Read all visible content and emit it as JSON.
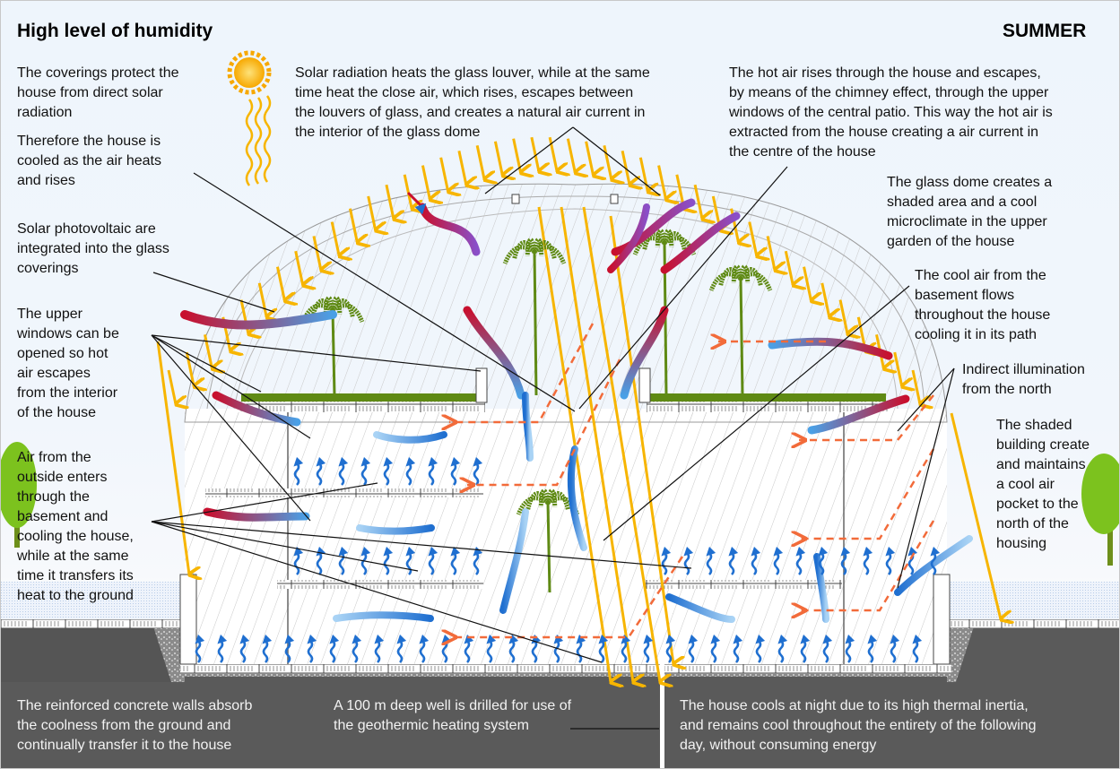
{
  "header": {
    "title": "High level of humidity",
    "season": "SUMMER"
  },
  "annotations": {
    "coverings": [
      "The coverings protect the",
      "house from direct solar",
      "radiation"
    ],
    "cooled": [
      "Therefore the house is",
      "cooled as the air heats",
      "and rises"
    ],
    "photovoltaic": [
      "Solar photovoltaic are",
      "integrated into the glass",
      "coverings"
    ],
    "upper_windows": [
      "The upper",
      "windows can be",
      "opened so hot",
      "air escapes",
      "from the interior",
      "of the house"
    ],
    "outside_air": [
      "Air from the",
      "outside enters",
      "through the",
      "basement and",
      "cooling the house,",
      "while at the same",
      "time it transfers its",
      "heat to the ground"
    ],
    "glass_louver": [
      "Solar radiation heats the glass louver, while at the same",
      "time heat the close air, which rises, escapes between",
      "the louvers of glass, and creates a natural air current in",
      "the interior of the glass dome"
    ],
    "hot_air": [
      "The hot air rises through the house and escapes,",
      "by means of the chimney effect, through the upper",
      "windows of the central patio.  This way the hot air is",
      "extracted from the house creating a air current in",
      "the centre of the house"
    ],
    "glass_dome": [
      "The glass dome creates a",
      "shaded area and a cool",
      "microclimate in the upper",
      "garden of the house"
    ],
    "cool_air": [
      "The cool air from the",
      "basement flows",
      "throughout the house",
      "cooling it in its path"
    ],
    "indirect": [
      "Indirect illumination",
      "from the north"
    ],
    "shaded": [
      "The shaded",
      "building create",
      "and maintains",
      "a cool air",
      "pocket to the",
      "north of the",
      "housing"
    ],
    "concrete": [
      "The reinforced concrete walls absorb",
      "the coolness from the ground and",
      "continually transfer it to the house"
    ],
    "well": [
      "A 100 m deep well is drilled for use of",
      "the geothermic heating system"
    ],
    "night": [
      "The house cools at night due to its high thermal inertia,",
      "and remains cool throughout the entirety of the following",
      "day, without consuming energy"
    ]
  },
  "icons": {
    "sun": "sun-icon",
    "heat_waves": "heat-wave-icon",
    "trees": "tree-icon",
    "palms": "palm-tree-icon"
  },
  "colors": {
    "sunray": "#f7b500",
    "hot_air": "#c8102e",
    "warm_air": "#8a4fc8",
    "cool_air": "#3d8fe0",
    "cool_flow_dashed": "#f26b3a",
    "ground": "#5a5a5a",
    "vegetation": "#5f8a14",
    "tree": "#7cc21e"
  }
}
